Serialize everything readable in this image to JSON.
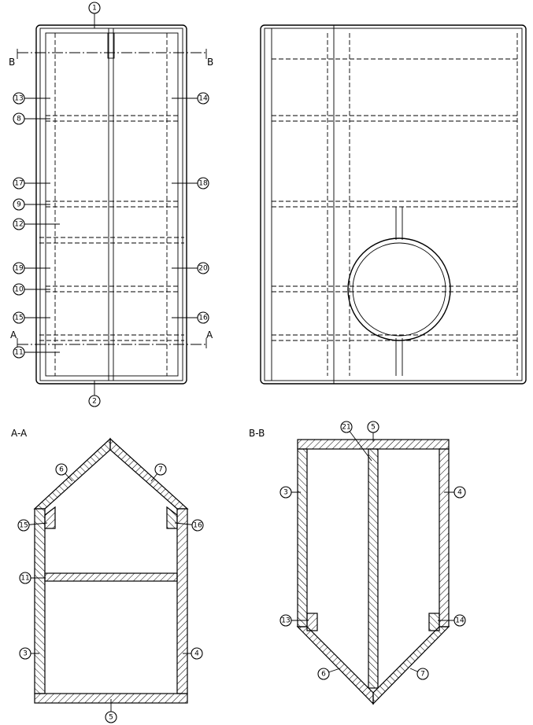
{
  "views": {
    "front": {
      "callouts_top": [
        "1"
      ],
      "callouts_left": [
        "13",
        "8",
        "17",
        "9",
        "12",
        "19",
        "10",
        "15",
        "11"
      ],
      "callouts_right": [
        "14",
        "18",
        "20",
        "16"
      ],
      "callouts_bottom": [
        "2"
      ],
      "section_markers": {
        "top": "B",
        "bottom": "A"
      }
    },
    "side": {},
    "section_aa": {
      "title": "A-A",
      "callouts": [
        "6",
        "7",
        "15",
        "16",
        "11",
        "3",
        "4",
        "5"
      ]
    },
    "section_bb": {
      "title": "B-B",
      "callouts": [
        "21",
        "5",
        "3",
        "4",
        "13",
        "14",
        "6",
        "7"
      ]
    }
  }
}
